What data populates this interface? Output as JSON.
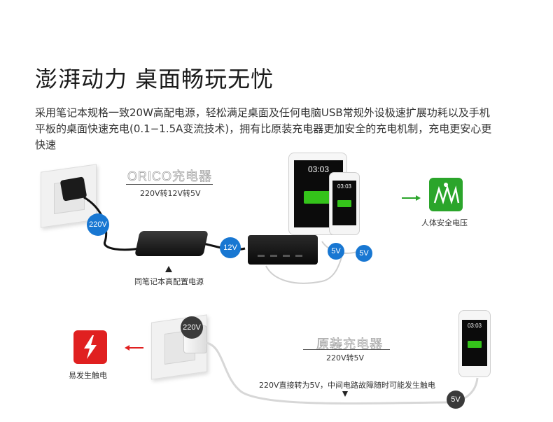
{
  "heading": "澎湃动力 桌面畅玩无忧",
  "description": "采用笔记本规格一致20W高配电源，轻松满足桌面及任何电脑USB常规外设极速扩展功耗以及手机平板的桌面快速充电(0.1−1.5A变流技术)，拥有比原装充电器更加安全的充电机制，充电更安心更快速",
  "orico": {
    "title": "ORICO充电器",
    "subtitle": "220V转12V转5V",
    "adapter_caption": "同笔记本高配置电源",
    "badge_220v": "220V",
    "badge_12v": "12V",
    "badge_5v_a": "5V",
    "badge_5v_b": "5V",
    "tablet_time": "03:03",
    "phone_time": "03:03",
    "safe_label": "人体安全电压"
  },
  "original": {
    "title": "原装充电器",
    "subtitle": "220V转5V",
    "badge_220v": "220V",
    "badge_5v": "5V",
    "note": "220V直接转为5V，中间电路故障随时可能发生触电",
    "danger_label": "易发生触电",
    "phone_time": "03:03"
  },
  "colors": {
    "accent_blue": "#1877d2",
    "safe_green": "#2ba52b",
    "danger_red": "#e02020"
  }
}
